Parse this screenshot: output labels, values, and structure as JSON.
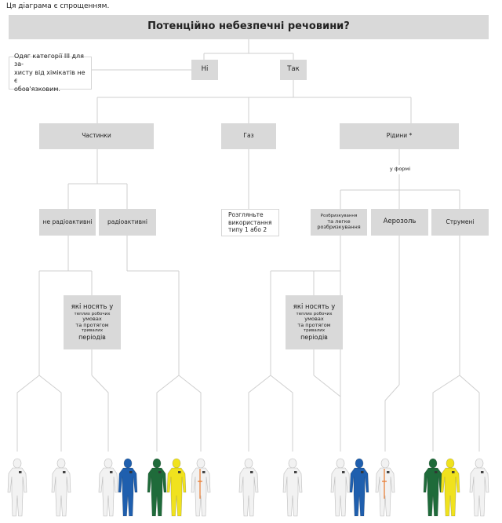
{
  "note": "Ця діаграма є спрощенням.",
  "question": "Потенційно небезпечні речовини?",
  "answers": {
    "no": "Ні",
    "yes": "Так"
  },
  "no_result": "Одяг категорії III для за-\nхисту від хімікатів не є\nобов'язковим.",
  "states": {
    "particles": "Частинки",
    "gas": "Газ",
    "liquids": "Рідини *"
  },
  "form_label": "у формі",
  "particle_types": {
    "non_radioactive": "не радіоактивні",
    "radioactive": "радіоактивні"
  },
  "gas_result": "Розгляньте використання\nтипу 1 або 2",
  "liquid_forms": {
    "splash_small": "Розбризкування",
    "splash_light": "та легке розбризкування",
    "aerosol": "Аерозоль",
    "jet": "Струмені"
  },
  "warm_conditions": {
    "line1": "які носять у",
    "line2": "теплих робочих",
    "line3": "умовах",
    "line4": "та протягом",
    "line5": "тривалих",
    "line6": "періодів"
  },
  "colors": {
    "box": "#d9d9d9",
    "line": "#cfcfcf",
    "suit_white": "#f2f2f2",
    "suit_blue": "#1f5fae",
    "suit_green": "#1f6b3a",
    "suit_yellow": "#f0e21e",
    "trim_orange": "#e87a2e"
  },
  "suits": [
    {
      "color": "white",
      "icon": "white-suit-icon"
    },
    {
      "color": "white",
      "icon": "white-suit-icon"
    },
    {
      "color": "white",
      "icon": "white-suit-icon"
    },
    {
      "color": "blue",
      "icon": "blue-suit-icon"
    },
    {
      "color": "green",
      "icon": "green-suit-icon"
    },
    {
      "color": "yellow",
      "icon": "yellow-suit-icon"
    },
    {
      "color": "white-orange",
      "icon": "white-orange-suit-icon"
    },
    {
      "color": "white",
      "icon": "white-suit-icon"
    },
    {
      "color": "white",
      "icon": "white-suit-icon"
    },
    {
      "color": "white",
      "icon": "white-suit-icon"
    },
    {
      "color": "blue",
      "icon": "blue-suit-icon"
    },
    {
      "color": "white-orange",
      "icon": "white-orange-suit-icon"
    },
    {
      "color": "green",
      "icon": "green-suit-icon"
    },
    {
      "color": "yellow",
      "icon": "yellow-suit-icon"
    },
    {
      "color": "white",
      "icon": "white-suit-icon"
    }
  ]
}
